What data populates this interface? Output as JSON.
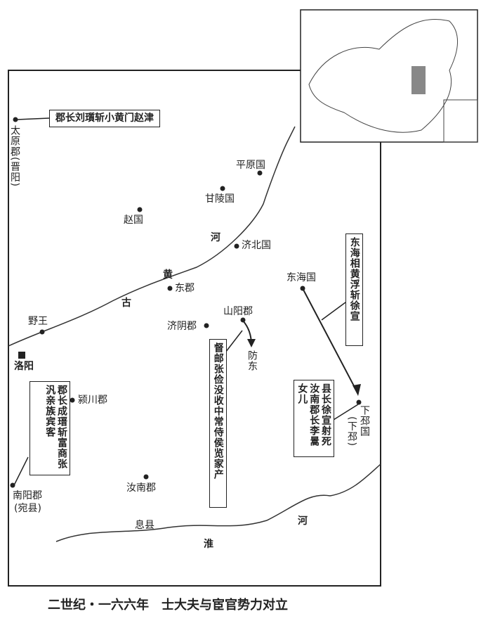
{
  "title": "二世纪・一六六年　士大夫与宦官势力对立",
  "places": {
    "taiyuan": "太原郡(晋阳)",
    "pingyuan": "平原国",
    "ganling": "甘陵国",
    "zhao": "赵国",
    "jibei": "济北国",
    "dongjun": "东郡",
    "donghai": "东海国",
    "shanyang": "山阳郡",
    "jiyin": "济阴郡",
    "fangdong": "防东",
    "yewang": "野王",
    "luoyang": "洛阳",
    "yingchuan": "颍川郡",
    "runan": "汝南郡",
    "nanyang": "南阳郡",
    "nanyang_sub": "(宛县)",
    "xixian": "息县",
    "xiapi": "下邳国",
    "xiapi_sub": "(下邳)"
  },
  "rivers": {
    "gu": "古",
    "huang": "黄",
    "he1": "河",
    "he2": "河",
    "huai": "淮"
  },
  "notes": {
    "taiyuan": "郡长刘瓆斩小黄门赵津",
    "nanyang": "郡长成瑨斩富商张汎亲族宾客",
    "shanyang": "督邮张俭没收中常侍侯览家产",
    "donghai": "东海相黄浮斩徐宣",
    "xiapi": "县长徐宣射死汝南郡长李暠女儿"
  }
}
